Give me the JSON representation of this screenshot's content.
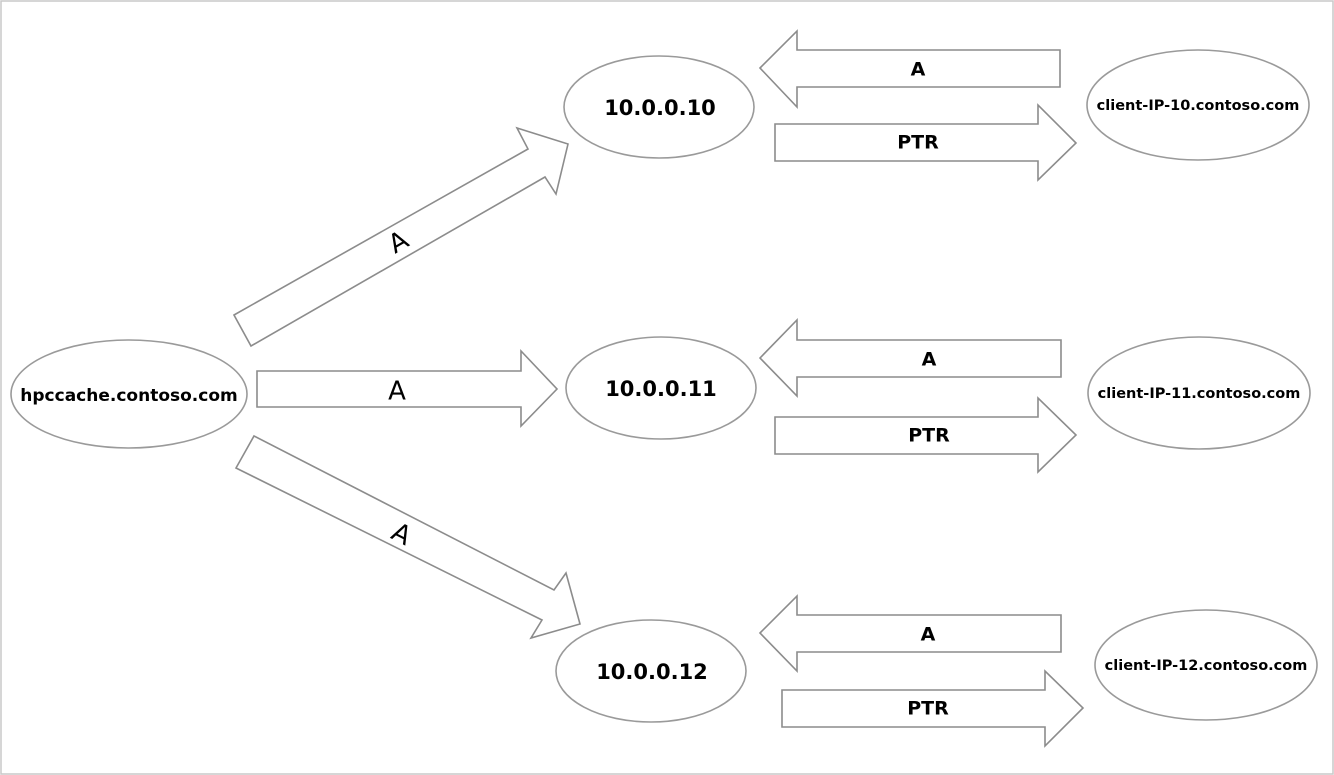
{
  "diagram": {
    "source": {
      "label": "hpccache.contoso.com"
    },
    "ips": [
      {
        "label": "10.0.0.10"
      },
      {
        "label": "10.0.0.11"
      },
      {
        "label": "10.0.0.12"
      }
    ],
    "clients": [
      {
        "label": "client-IP-10.contoso.com"
      },
      {
        "label": "client-IP-11.contoso.com"
      },
      {
        "label": "client-IP-12.contoso.com"
      }
    ],
    "fan_arrows": [
      {
        "record": "A"
      },
      {
        "record": "A"
      },
      {
        "record": "A"
      }
    ],
    "record_pairs": [
      {
        "forward": "A",
        "reverse": "PTR"
      },
      {
        "forward": "A",
        "reverse": "PTR"
      },
      {
        "forward": "A",
        "reverse": "PTR"
      }
    ]
  }
}
